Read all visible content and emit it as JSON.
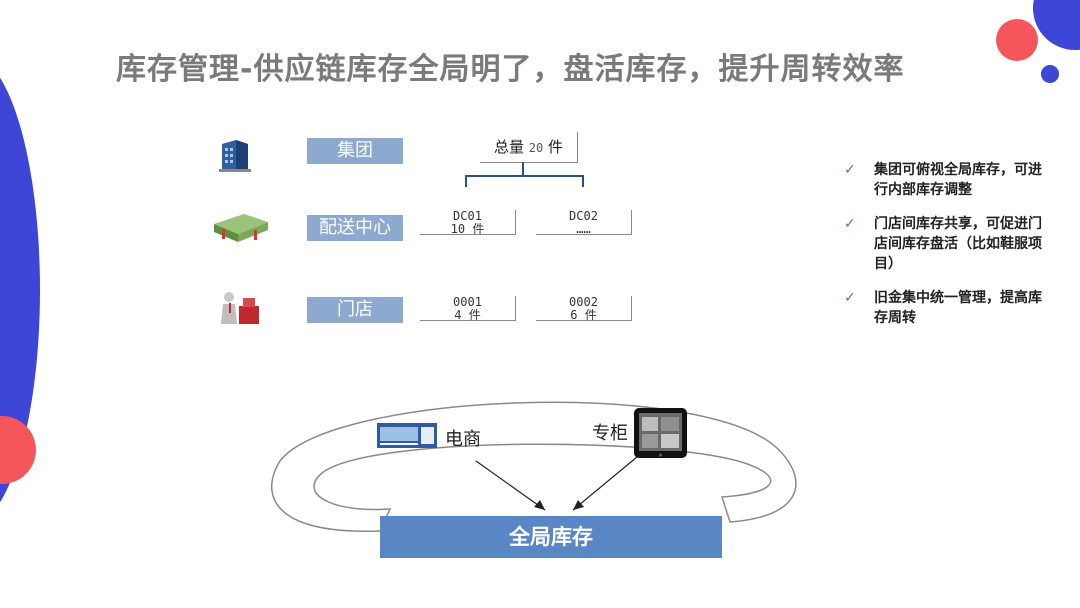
{
  "title": "库存管理-供应链库存全局明了，盘活库存，提升周转效率",
  "levels": {
    "group": "集团",
    "dc": "配送中心",
    "store": "门店"
  },
  "total": {
    "label": "总量",
    "value": "20",
    "unit": "件"
  },
  "dcs": [
    {
      "code": "DC01",
      "qty": "10 件"
    },
    {
      "code": "DC02",
      "qty": "……"
    }
  ],
  "stores": [
    {
      "code": "0001",
      "qty": "4 件"
    },
    {
      "code": "0002",
      "qty": "6 件"
    }
  ],
  "checklist": [
    "集团可俯视全局库存，可进行内部库存调整",
    "门店间库存共享，可促进门店间库存盘活（比如鞋服项目）",
    "旧金集中统一管理，提高库存周转"
  ],
  "channels": {
    "ecommerce": "电商",
    "counter": "专柜"
  },
  "global_stock": "全局库存",
  "colors": {
    "accent_blue": "#3d46d6",
    "accent_red": "#f4565b",
    "label_blue": "#8ea9cf",
    "bar_blue": "#5b86c6"
  }
}
